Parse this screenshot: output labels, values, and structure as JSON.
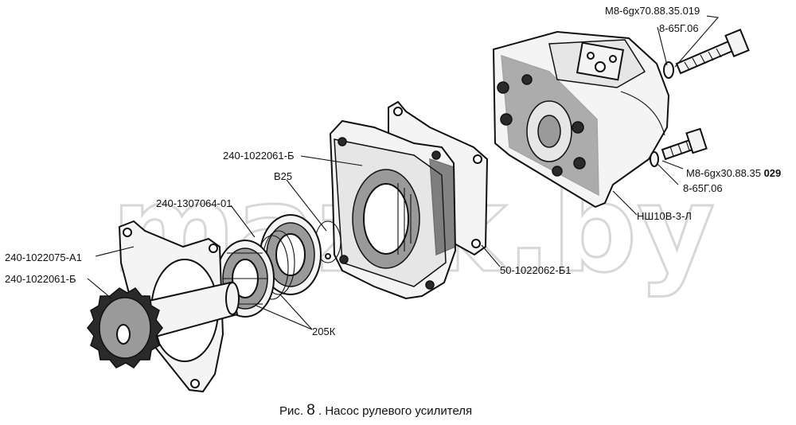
{
  "watermark": "mazik.by",
  "caption": {
    "prefix": "Рис.",
    "number": "8",
    "separator": ".",
    "title": "Насос рулевого усилителя"
  },
  "labels": {
    "bolt_long": "М8-6gх70.88.35.019",
    "washer_top": "8-65Г.06",
    "bolt_short": "М8-6gх30.88.35",
    "bolt_short_suffix": "029",
    "washer_bottom": "8-65Г.06",
    "pump": "НШ10В-3-Л",
    "gasket": "50-1022062-Б1",
    "housing": "240-1022061-Б",
    "snap_ring": "В25",
    "bushing": "240-1307064-01",
    "cover": "240-1022075-А1",
    "gear": "240-1022061-Б",
    "bearings": "205К"
  }
}
